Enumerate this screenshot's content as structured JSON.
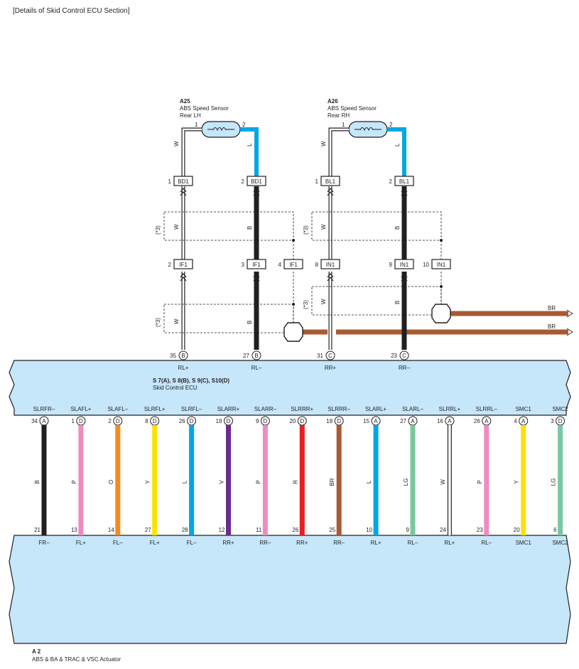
{
  "title": "[Details of Skid Control ECU Section]",
  "colors": {
    "panel_fill": "#c6e6fa",
    "outline": "#231f20",
    "B": "#231f20",
    "W": "#ffffff",
    "L": "#00a7e6",
    "P": "#f08ac2",
    "O": "#f58b1f",
    "Y": "#ffe100",
    "V": "#6c2b91",
    "R": "#ed1c24",
    "BR": "#a85a32",
    "LG": "#77c8a0"
  },
  "sensors": [
    {
      "id": "A25",
      "name": "ABS Speed Sensor",
      "side": "Rear LH",
      "pin1": "1",
      "pin2": "2",
      "wire1": "W",
      "wire2": "L"
    },
    {
      "id": "A26",
      "name": "ABS Speed Sensor",
      "side": "Rear RH",
      "pin1": "1",
      "pin2": "2",
      "wire1": "W",
      "wire2": "L"
    }
  ],
  "upper_connectors": [
    {
      "pin": "1",
      "code": "BD1"
    },
    {
      "pin": "2",
      "code": "BD1"
    },
    {
      "pin": "1",
      "code": "BL1"
    },
    {
      "pin": "2",
      "code": "BL1"
    },
    {
      "pin": "2",
      "code": "IF1"
    },
    {
      "pin": "3",
      "code": "IF1"
    },
    {
      "pin": "4",
      "code": "IF1"
    },
    {
      "pin": "8",
      "code": "IN1"
    },
    {
      "pin": "9",
      "code": "IN1"
    },
    {
      "pin": "10",
      "code": "IN1"
    }
  ],
  "shield_note": "(*3)",
  "shield_wires": [
    "W",
    "B",
    "W",
    "B",
    "W",
    "B",
    "W",
    "B"
  ],
  "ground_wires": [
    "BR",
    "BR"
  ],
  "ecu_top_pins": [
    {
      "pin": "35",
      "conn": "B",
      "name": "RL+"
    },
    {
      "pin": "27",
      "conn": "B",
      "name": "RL–"
    },
    {
      "pin": "31",
      "conn": "C",
      "name": "RR+"
    },
    {
      "pin": "23",
      "conn": "C",
      "name": "RR–"
    }
  ],
  "ecu": {
    "code": "S 7(A), S 8(B), S 9(C), S10(D)",
    "name": "Skid Control ECU"
  },
  "actuator": {
    "code": "A 2",
    "name": "ABS & BA & TRAC & VSC Actuator"
  },
  "wires": [
    {
      "ecu_name": "SLRFR–",
      "ecu_pin": "34",
      "conn": "A",
      "color": "B",
      "act_pin": "21",
      "act_name": "FR–"
    },
    {
      "ecu_name": "SLAFL+",
      "ecu_pin": "1",
      "conn": "D",
      "color": "P",
      "act_pin": "13",
      "act_name": "FL+"
    },
    {
      "ecu_name": "SLAFL–",
      "ecu_pin": "2",
      "conn": "D",
      "color": "O",
      "act_pin": "14",
      "act_name": "FL–"
    },
    {
      "ecu_name": "SLRFL+",
      "ecu_pin": "8",
      "conn": "D",
      "color": "Y",
      "act_pin": "27",
      "act_name": "FL+"
    },
    {
      "ecu_name": "SLRFL–",
      "ecu_pin": "26",
      "conn": "D",
      "color": "L",
      "act_pin": "28",
      "act_name": "FL–"
    },
    {
      "ecu_name": "SLARR+",
      "ecu_pin": "19",
      "conn": "D",
      "color": "V",
      "act_pin": "12",
      "act_name": "RR+"
    },
    {
      "ecu_name": "SLARR–",
      "ecu_pin": "9",
      "conn": "D",
      "color": "P",
      "act_pin": "11",
      "act_name": "RR–"
    },
    {
      "ecu_name": "SLRRR+",
      "ecu_pin": "20",
      "conn": "D",
      "color": "R",
      "act_pin": "26",
      "act_name": "RR+"
    },
    {
      "ecu_name": "SLRRR–",
      "ecu_pin": "18",
      "conn": "D",
      "color": "BR",
      "act_pin": "25",
      "act_name": "RR–"
    },
    {
      "ecu_name": "SLARL+",
      "ecu_pin": "15",
      "conn": "A",
      "color": "L",
      "act_pin": "10",
      "act_name": "RL+"
    },
    {
      "ecu_name": "SLARL–",
      "ecu_pin": "27",
      "conn": "A",
      "color": "LG",
      "act_pin": "9",
      "act_name": "RL–"
    },
    {
      "ecu_name": "SLRRL+",
      "ecu_pin": "16",
      "conn": "A",
      "color": "W",
      "act_pin": "24",
      "act_name": "RL+"
    },
    {
      "ecu_name": "SLRRL–",
      "ecu_pin": "26",
      "conn": "A",
      "color": "P",
      "act_pin": "23",
      "act_name": "RL–"
    },
    {
      "ecu_name": "SMC1",
      "ecu_pin": "4",
      "conn": "A",
      "color": "Y",
      "act_pin": "20",
      "act_name": "SMC1"
    },
    {
      "ecu_name": "SMC2",
      "ecu_pin": "3",
      "conn": "D",
      "color": "LG",
      "act_pin": "6",
      "act_name": "SMC2"
    }
  ]
}
